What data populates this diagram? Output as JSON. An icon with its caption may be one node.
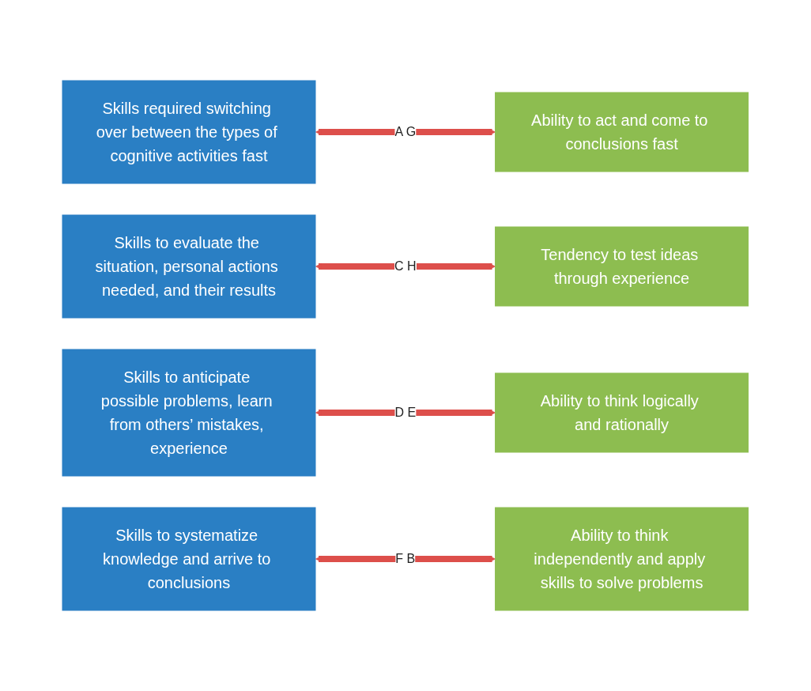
{
  "diagram": {
    "nodes": [
      {
        "text": [
          "Skills required switching over between the types of cognitive activities fast"
        ]
      },
      {
        "text": [
          "Ability to act and come to conclusions fast"
        ]
      },
      {
        "text": [
          "Skills to evaluate the situation, personal actions needed, and their results"
        ]
      },
      {
        "text": [
          "Tendency to test ideas through experience"
        ]
      },
      {
        "text": [
          "Skills to anticipate possible problems, learn from others’ mistakes, experience"
        ]
      },
      {
        "text": [
          "Ability to think logically and rationally"
        ]
      },
      {
        "text": [
          "Skills to systematize knowledge and arrive to conclusions"
        ]
      },
      {
        "text": [
          "Ability to think independently and apply skills to solve problems"
        ]
      }
    ],
    "edges": [
      {
        "from": 0,
        "to": 1,
        "arrow": "both",
        "label": "A G"
      },
      {
        "from": 2,
        "to": 3,
        "arrow": "both",
        "label": "C H"
      },
      {
        "from": 4,
        "to": 5,
        "arrow": "both",
        "label": "D E"
      },
      {
        "from": 6,
        "to": 7,
        "arrow": "both",
        "label": "F B"
      }
    ]
  }
}
